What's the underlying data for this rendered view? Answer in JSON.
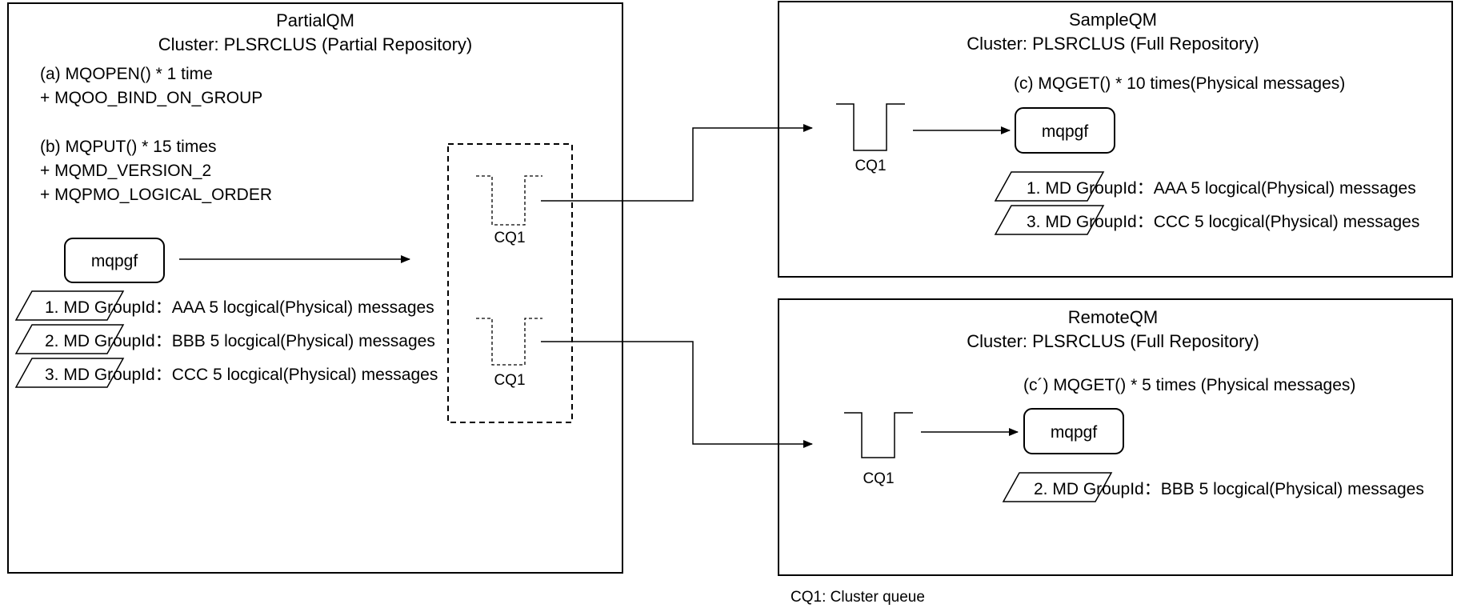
{
  "partial_qm": {
    "name": "PartialQM",
    "cluster": "Cluster: PLSRCLUS (Partial Repository)",
    "step_a_line1": "(a) MQOPEN() * 1 time",
    "step_a_line2": "+ MQOO_BIND_ON_GROUP",
    "step_b_line1": "(b) MQPUT() * 15 times",
    "step_b_line2": "+ MQMD_VERSION_2",
    "step_b_line3": "+ MQPMO_LOGICAL_ORDER",
    "program": "mqpgf",
    "messages": [
      "1. MD GroupId：AAA 5 locgical(Physical) messages",
      "2. MD GroupId：BBB 5 locgical(Physical) messages",
      "3. MD GroupId：CCC 5 locgical(Physical) messages"
    ],
    "queue_top": "CQ1",
    "queue_bottom": "CQ1"
  },
  "sample_qm": {
    "name": "SampleQM",
    "cluster": "Cluster: PLSRCLUS (Full Repository)",
    "step_c": "(c) MQGET() * 10 times(Physical messages)",
    "queue": "CQ1",
    "program": "mqpgf",
    "messages": [
      "1. MD GroupId：AAA 5 locgical(Physical) messages",
      "3. MD GroupId：CCC 5 locgical(Physical) messages"
    ]
  },
  "remote_qm": {
    "name": "RemoteQM",
    "cluster": "Cluster: PLSRCLUS (Full Repository)",
    "step_c_prime": "(c´) MQGET() * 5 times (Physical messages)",
    "queue": "CQ1",
    "program": "mqpgf",
    "messages": [
      "2. MD GroupId：BBB 5 locgical(Physical) messages"
    ]
  },
  "legend": "CQ1: Cluster queue"
}
